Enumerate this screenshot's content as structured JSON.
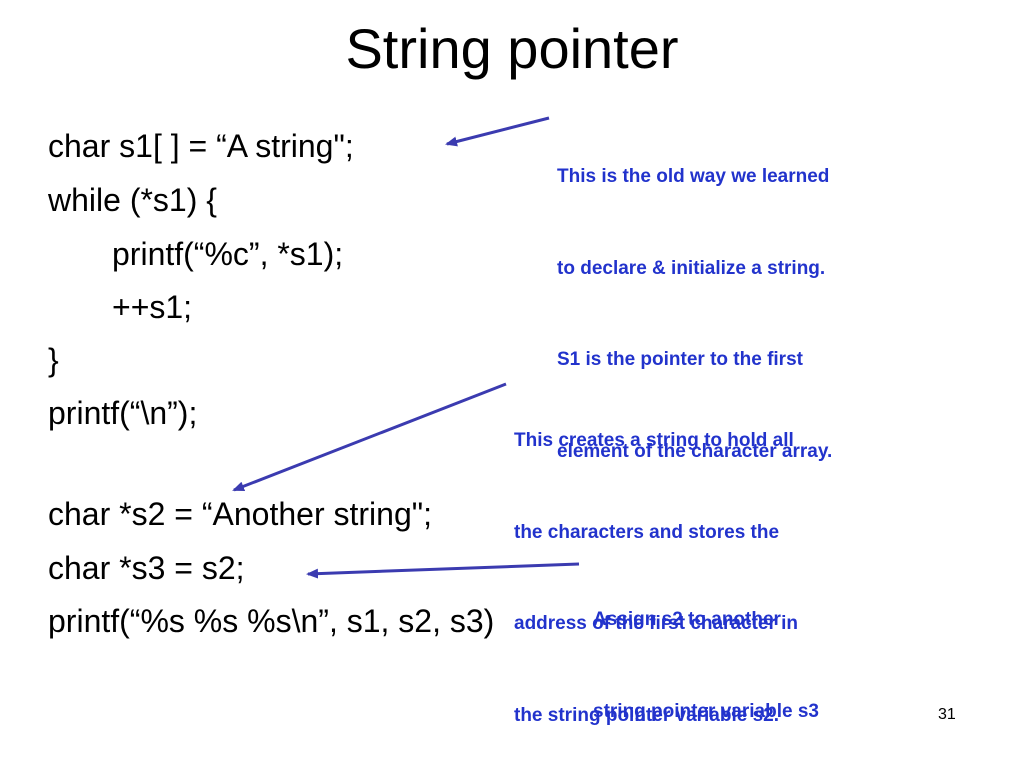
{
  "slide": {
    "title": "String pointer",
    "page_number": "31"
  },
  "code": {
    "lines": [
      "char s1[ ] = “A string\";",
      "while (*s1) {",
      "printf(“%c”, *s1);",
      "++s1;",
      "}",
      "printf(“\\n”);",
      "char *s2 = “Another string\";",
      "char *s3 = s2;",
      "printf(“%s %s %s\\n”, s1, s2, s3)"
    ]
  },
  "annotations": [
    {
      "lines": [
        "This is the old way we learned",
        "to declare & initialize a string.",
        "S1 is the pointer to the first",
        "element of the character array."
      ]
    },
    {
      "lines": [
        "This creates a string to hold all",
        "the characters and stores the",
        "address of the first character in",
        "the string pointer variable s2."
      ]
    },
    {
      "lines": [
        "Assign s2 to another",
        "string pointer variable s3"
      ]
    }
  ],
  "colors": {
    "annotation_text": "#2233cc",
    "arrow": "#3b3bb0"
  }
}
